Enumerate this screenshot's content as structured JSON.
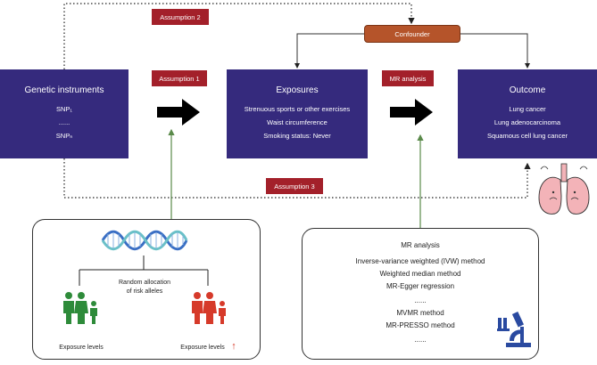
{
  "genetic": {
    "title": "Genetic instruments",
    "lines": [
      "SNP₁",
      "......",
      "SNPₙ"
    ]
  },
  "exposures": {
    "title": "Exposures",
    "lines": [
      "Strenuous sports or other exercises",
      "Waist circumference",
      "Smoking status: Never"
    ]
  },
  "outcome": {
    "title": "Outcome",
    "lines": [
      "Lung cancer",
      "Lung adenocarcinoma",
      "Squamous cell lung cancer"
    ]
  },
  "tags": {
    "assumption1": "Assumption 1",
    "assumption2": "Assumption 2",
    "assumption3": "Assumption 3",
    "mr_analysis": "MR analysis"
  },
  "confounder": "Confounder",
  "left_panel": {
    "allocation_line1": "Random allocation",
    "allocation_line2": "of risk alleles",
    "exposure_levels_left": "Exposure levels",
    "exposure_levels_right": "Exposure levels",
    "up_arrow": "↑"
  },
  "right_panel": {
    "heading": "MR analysis",
    "methods": [
      "Inverse-variance weighted (IVW) method",
      "Weighted median method",
      "MR-Egger regression",
      "......",
      "MVMR method",
      "MR-PRESSO method",
      "......"
    ]
  },
  "colors": {
    "navy": "#352a7d",
    "tag_red": "#a3202a",
    "confounder": "#b5542a",
    "green_arrow": "#5a8a4a",
    "people_green": "#2e8b3a",
    "people_red": "#d63a2a",
    "lung_pink": "#f3b3b8",
    "microscope_blue": "#2a4aa0"
  },
  "icons": [
    "dna-helix-icon",
    "green-family-icon",
    "red-family-icon",
    "microscope-icon",
    "lungs-icon"
  ]
}
